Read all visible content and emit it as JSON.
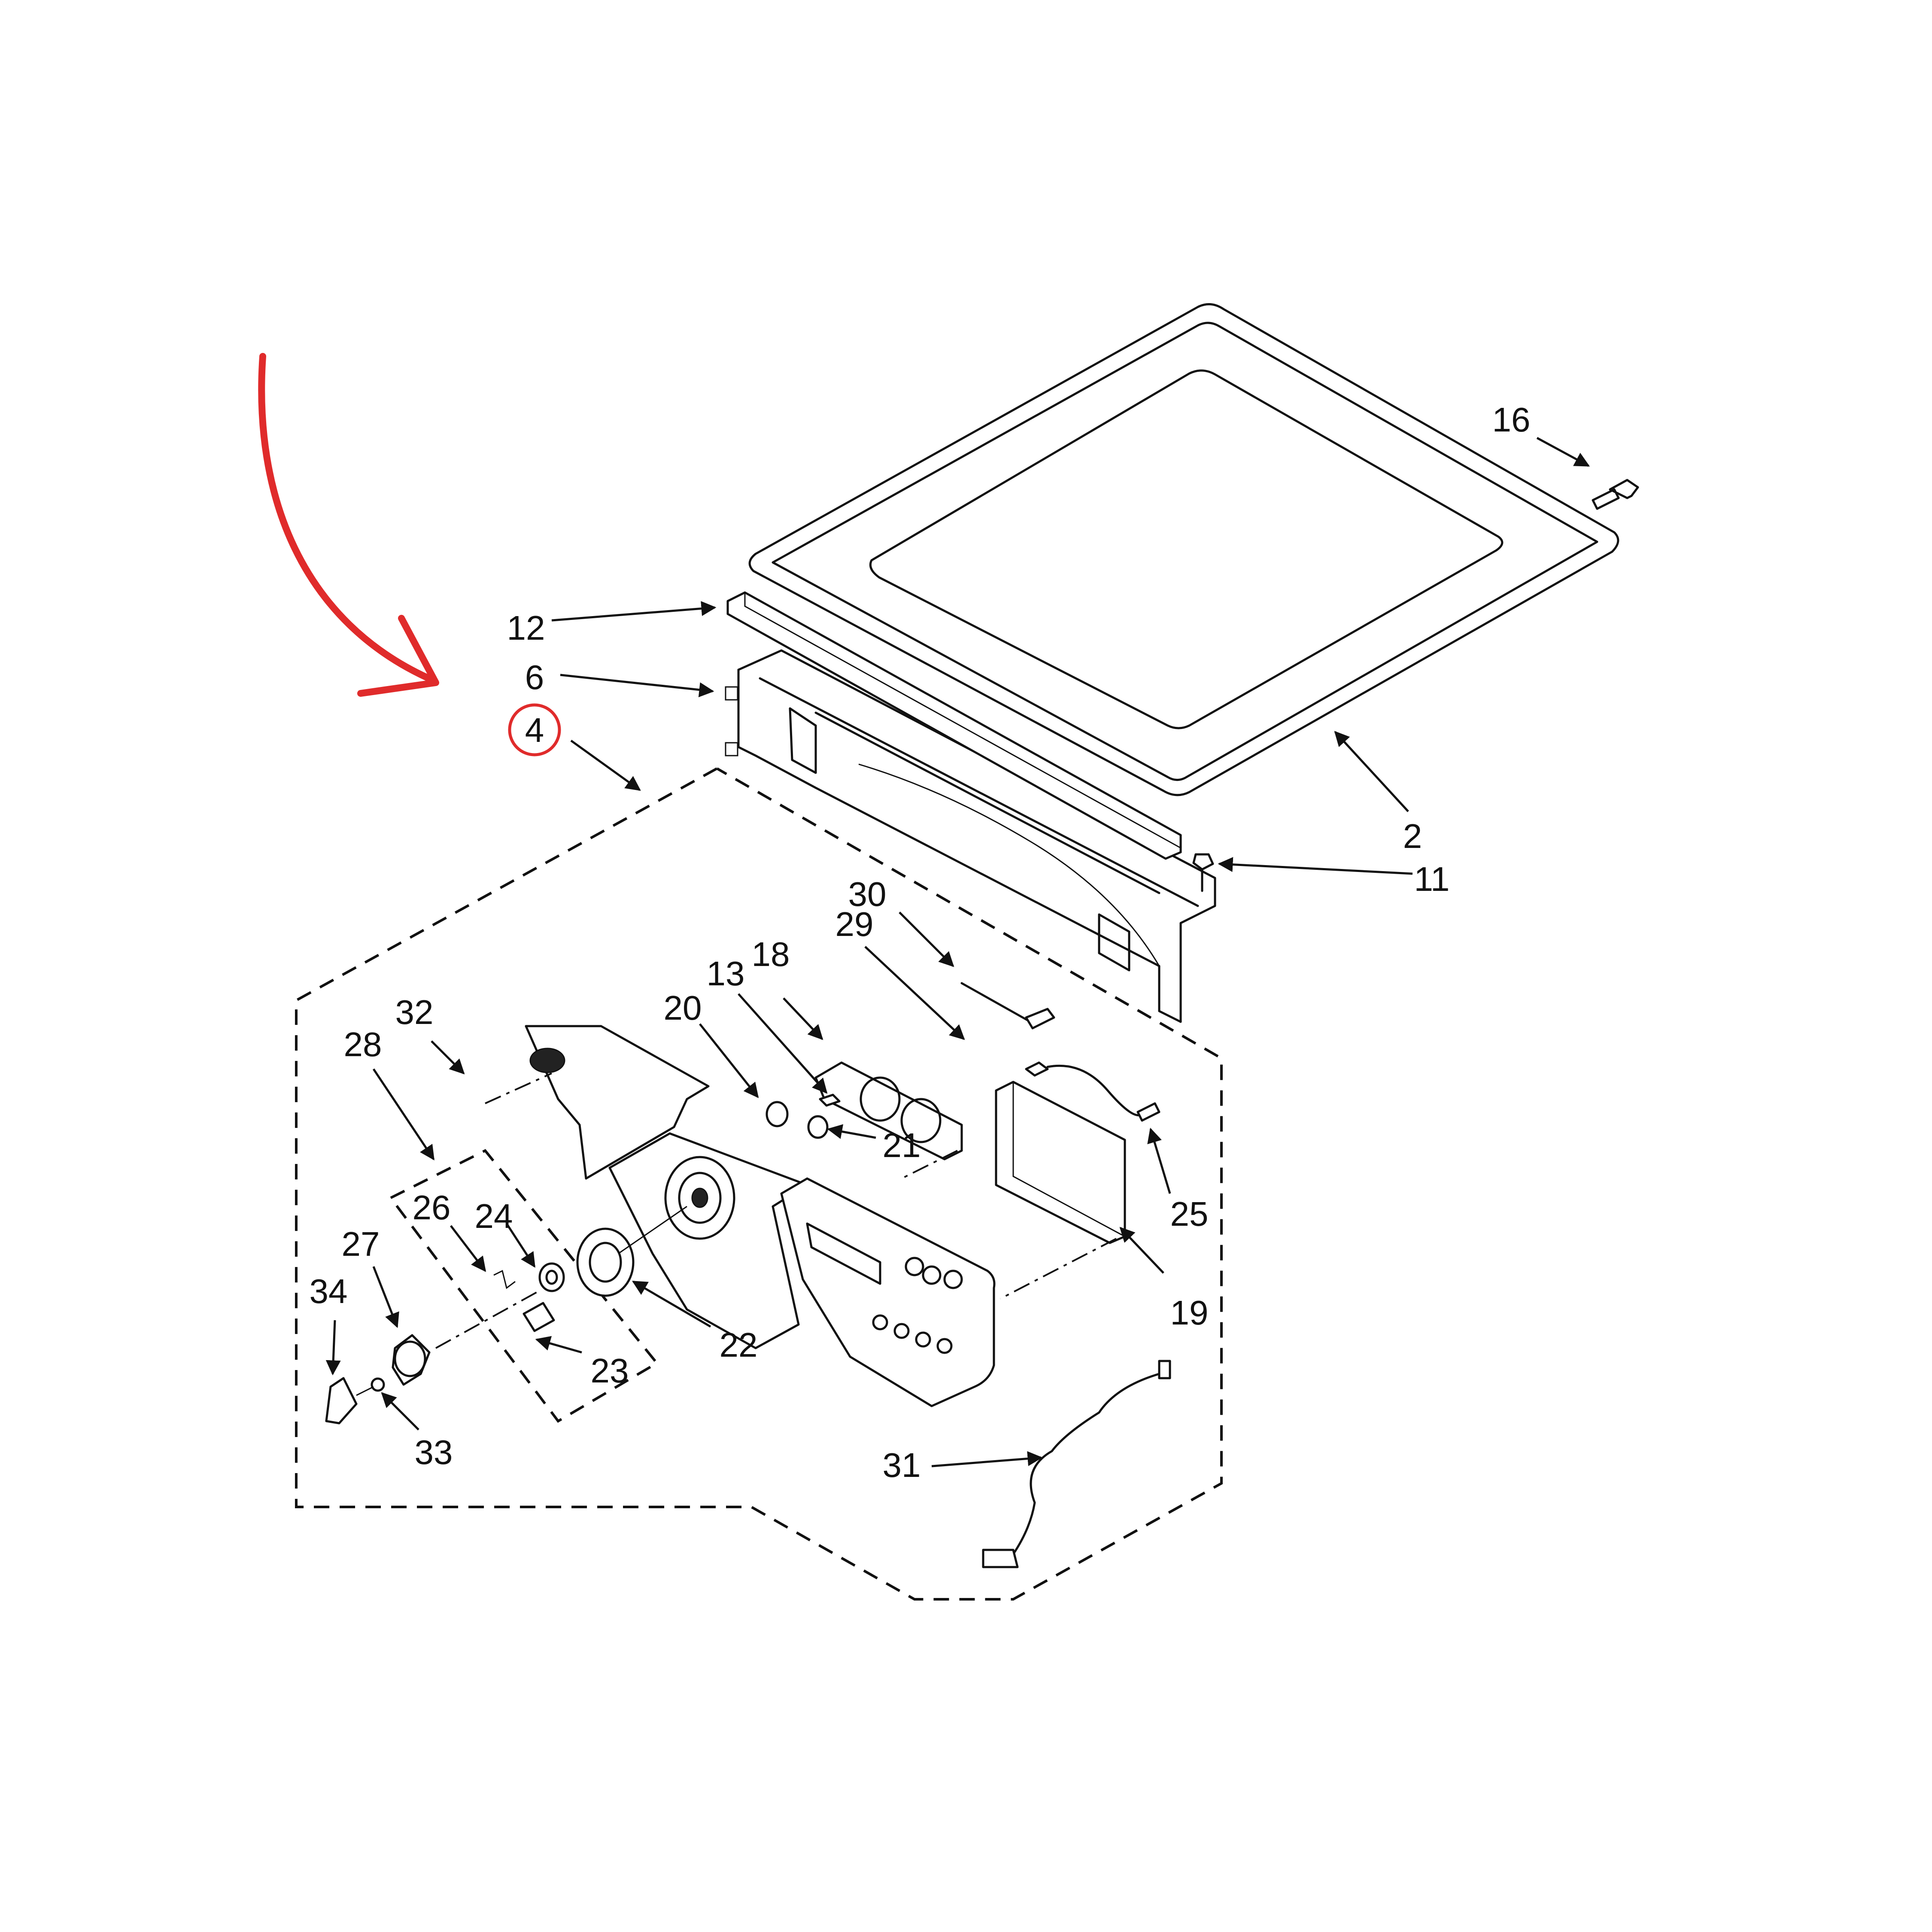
{
  "diagram": {
    "callouts": [
      "2",
      "4",
      "6",
      "11",
      "12",
      "13",
      "16",
      "18",
      "19",
      "20",
      "21",
      "22",
      "23",
      "24",
      "25",
      "26",
      "27",
      "28",
      "29",
      "30",
      "31",
      "32",
      "33",
      "34"
    ],
    "highlighted_callout": "4",
    "highlight_color": "#e02b2b",
    "line_color": "#111111",
    "background": "#ffffff"
  }
}
